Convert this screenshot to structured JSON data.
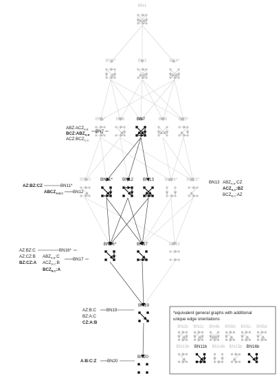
{
  "legend": {
    "title": "*equivalent general graphs with additional unique edge orientations",
    "title_lines": [
      "*equivalent general graphs with additional",
      "unique edge orientations"
    ],
    "row1": [
      "BN2b",
      "BN2c",
      "BN4b",
      "BN5b",
      "BN5c",
      "BN5d"
    ],
    "row2": [
      "BN10b",
      "BN11b",
      "BN14b",
      "BN15b",
      "BN16b"
    ]
  },
  "nodes": {
    "BN1": "BN1",
    "BN2": "BN2*",
    "BN3": "BN3",
    "BN4": "BN4*",
    "BN5": "BN5*",
    "BN6": "BN6",
    "BN7": "BN7",
    "BN8": "BN8",
    "BN9": "BN9*",
    "BN10": "BN10",
    "BN11": "BN11*",
    "BN12": "BN12",
    "BN13": "BN13",
    "BN14": "BN14*",
    "BN15": "BN15*",
    "BN16": "BN16*",
    "BN17": "BN17",
    "BN18": "BN18",
    "BN19": "BN19",
    "BN20": "BN20"
  },
  "annotations": {
    "bn7": [
      "ABZ:ACZ",
      "BCZ:ABZ",
      "ACZ:BCZ"
    ],
    "bn7_ref": "BN7",
    "bn11": "AZ:BZ:CZ",
    "bn11_ref": "BN11*",
    "bn12": "ABCZ",
    "bn12_ref": "BN12",
    "bn13": [
      "ABZ",
      "CZ",
      "ACZ",
      "BZ",
      "BCZ",
      "AZ"
    ],
    "bn13_ref": "BN13",
    "bn16": [
      "AZ:BZ:C",
      "AZ:CZ:B",
      "BZ:CZ:A"
    ],
    "bn16_ref": "BN16*",
    "bn17": [
      "ABZ",
      "C",
      "ACZ",
      "B",
      "BCZ",
      "A"
    ],
    "bn17_ref": "BN17",
    "bn19": [
      "AZ:B:C",
      "BZ:A:C",
      "CZ:A:B"
    ],
    "bn19_ref": "BN19",
    "bn20": "A:B:C:Z",
    "bn20_ref": "BN20"
  }
}
